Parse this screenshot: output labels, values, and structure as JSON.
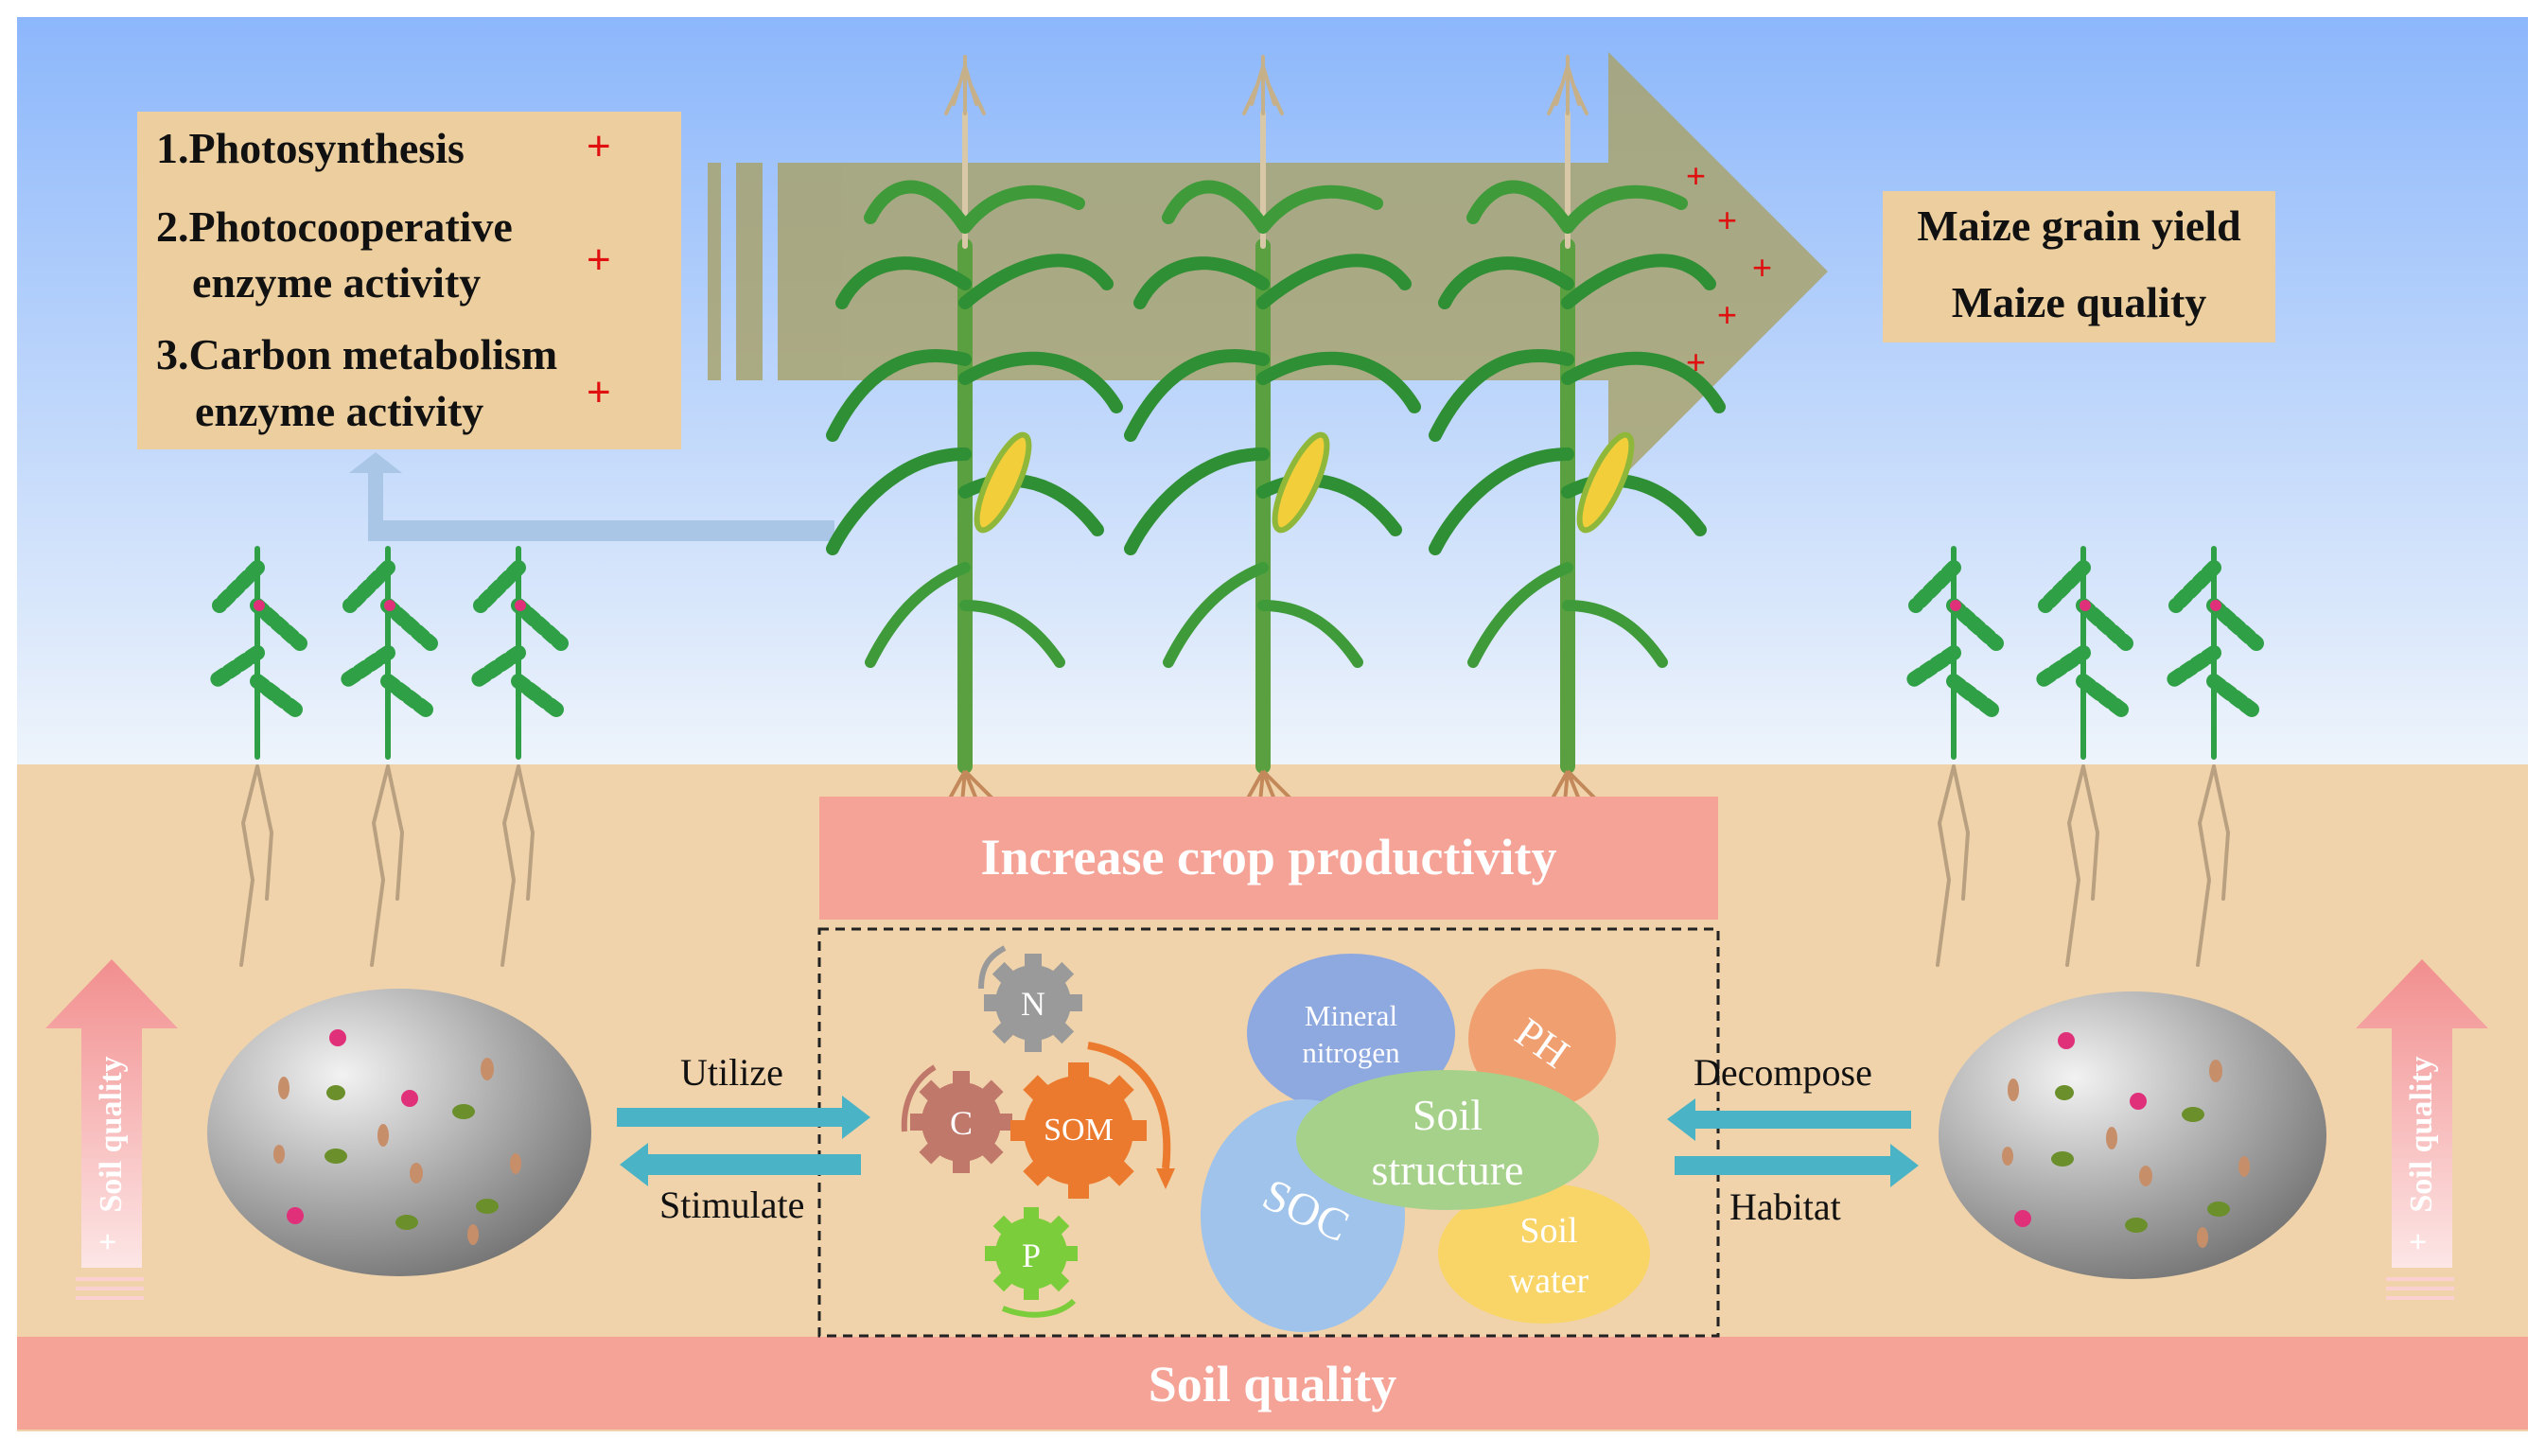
{
  "process_box": {
    "items": [
      {
        "label": "1.Photosynthesis",
        "sign": "+"
      },
      {
        "label": "2.Photocooperative",
        "label2": "enzyme activity",
        "sign": "+"
      },
      {
        "label": "3.Carbon metabolism",
        "label2": "enzyme activity",
        "sign": "+"
      }
    ]
  },
  "outcome_box": {
    "line1": "Maize grain yield",
    "line2": "Maize quality"
  },
  "arrow_plus_signs": [
    "+",
    "+",
    "+",
    "+",
    "+"
  ],
  "banner_productivity": "Increase crop productivity",
  "banner_soil_quality": "Soil quality",
  "left_side": {
    "arrow_top": "Utilize",
    "arrow_bottom": "Stimulate",
    "vertical_label": "Soil quality",
    "vertical_plus": "+"
  },
  "right_side": {
    "arrow_top": "Decompose",
    "arrow_bottom": "Habitat",
    "vertical_label": "Soil quality",
    "vertical_plus": "+"
  },
  "gears": {
    "n": "N",
    "c": "C",
    "som": "SOM",
    "p": "P"
  },
  "soil_properties": {
    "mineral_nitrogen": "Mineral nitrogen",
    "ph": "PH",
    "soil_structure": "Soil structure",
    "soc": "SOC",
    "soil_water": "Soil water"
  },
  "colors": {
    "sky_top": "#8fb9ff",
    "soil": "#f0d3aa",
    "banner": "#f5a396",
    "box": "#edcf9f",
    "big_arrow": "#a8a36f",
    "flow_arrow": "#4bb3c6",
    "mineral_nitrogen": "#8ea8e0",
    "ph": "#f0a070",
    "soil_structure": "#a6d18a",
    "soc": "#9fc3ea",
    "soil_water": "#f9d466"
  }
}
